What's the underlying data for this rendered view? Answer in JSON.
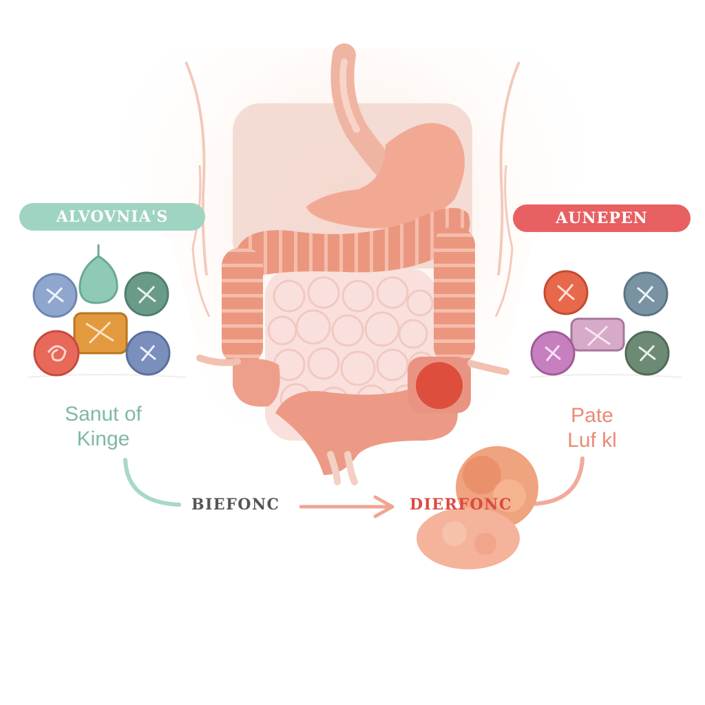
{
  "labels": {
    "left_pill": "ALVOVNIA'S",
    "right_pill": "AUNEPEN",
    "left_caption": "Sanut of Kinge",
    "right_caption": "Pate Luf kl",
    "before": "BIEFONC",
    "after": "DIERFONC"
  },
  "colors": {
    "teal": "#9fd3c2",
    "teal_text": "#7fb8a6",
    "red": "#e86061",
    "salmon_text": "#ea8a76",
    "dark_text": "#555555",
    "red_text": "#d94a43",
    "skin": "#fbe3d9",
    "colon": "#ec9a86",
    "stomach": "#f2a993",
    "arrow": "#f0a592"
  },
  "icons": {
    "left_group": [
      "blue-disc-icon",
      "green-leaf-icon",
      "green-disc-icon",
      "orange-box-icon",
      "red-swirl-disc-icon",
      "blue-disc-icon"
    ],
    "right_group": [
      "orange-disc-icon",
      "blue-disc-icon",
      "purple-box-icon",
      "purple-disc-icon",
      "green-disc-icon"
    ]
  }
}
